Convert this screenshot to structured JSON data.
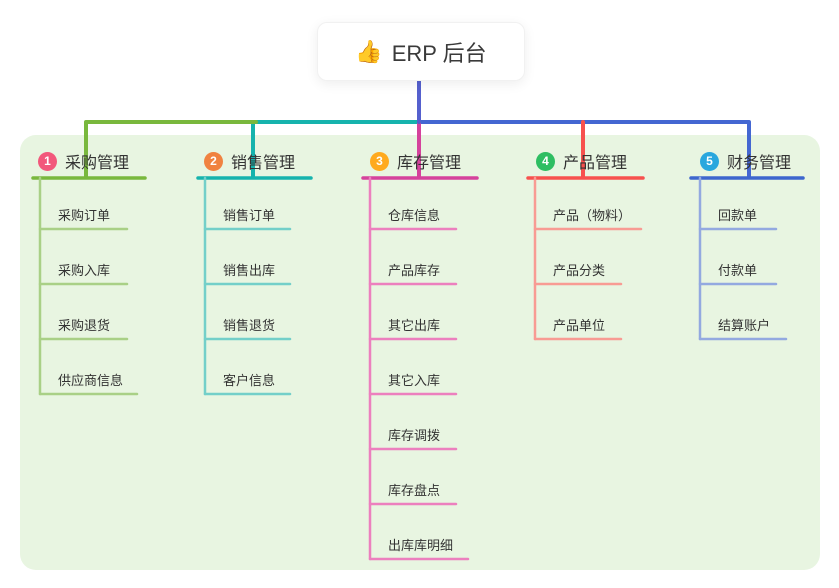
{
  "root": {
    "icon": "👍",
    "label": "ERP 后台"
  },
  "colors": {
    "panel_bg": "#E8F5E1",
    "root_stem": "#5560CE",
    "bus_blue": "#4467D2",
    "branch_lines": [
      "#79B83D",
      "#16B3AD",
      "#D5429C",
      "#F7514E",
      "#3D66CE"
    ],
    "branch_child_lines": [
      "#A9D086",
      "#73CFC9",
      "#EC7FBE",
      "#F89B93",
      "#93A9E0"
    ],
    "badge_colors": [
      "#F2587B",
      "#F08240",
      "#FFAA1E",
      "#2EBE62",
      "#29A7DE"
    ]
  },
  "branches": [
    {
      "num": "1",
      "label": "采购管理",
      "children": [
        "采购订单",
        "采购入库",
        "采购退货",
        "供应商信息"
      ]
    },
    {
      "num": "2",
      "label": "销售管理",
      "children": [
        "销售订单",
        "销售出库",
        "销售退货",
        "客户信息"
      ]
    },
    {
      "num": "3",
      "label": "库存管理",
      "children": [
        "仓库信息",
        "产品库存",
        "其它出库",
        "其它入库",
        "库存调拨",
        "库存盘点",
        "出库库明细"
      ]
    },
    {
      "num": "4",
      "label": "产品管理",
      "children": [
        "产品（物料）",
        "产品分类",
        "产品单位"
      ]
    },
    {
      "num": "5",
      "label": "财务管理",
      "children": [
        "回款单",
        "付款单",
        "结算账户"
      ]
    }
  ]
}
